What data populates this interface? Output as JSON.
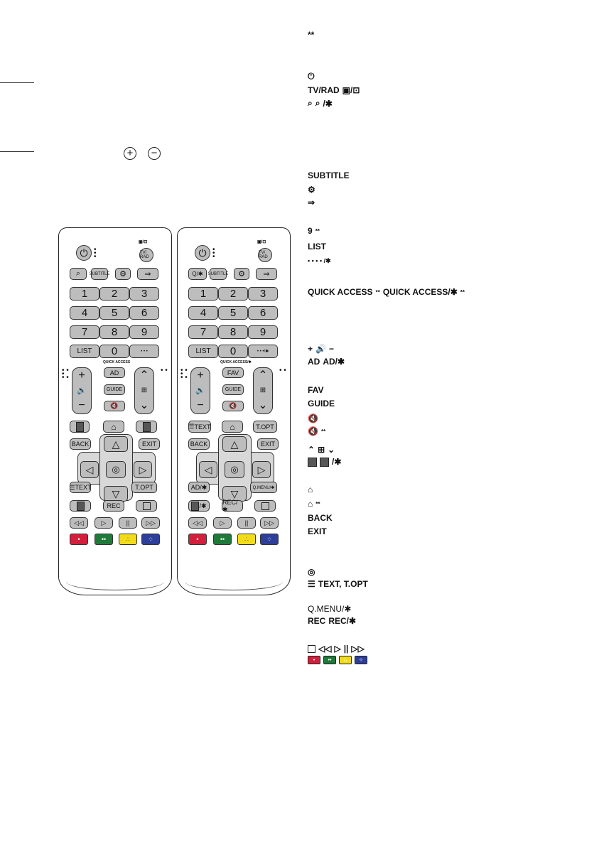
{
  "header": {
    "asterisks": "**"
  },
  "vpm": {
    "plus": "+",
    "minus": "−"
  },
  "remote_a": {
    "row1": [
      "SUBTITLE"
    ],
    "numbers": [
      "1",
      "2",
      "3",
      "4",
      "5",
      "6",
      "7",
      "8",
      "9",
      "0"
    ],
    "list": "LIST",
    "dots": "• • •",
    "quick_access": "QUICK ACCESS",
    "ad": "AD",
    "guide": "GUIDE",
    "back": "BACK",
    "exit": "EXIT",
    "text": "TEXT",
    "topt": "T.OPT",
    "rec": "REC",
    "tvrad": "TV/ RAD"
  },
  "remote_b": {
    "search": "Q/✱",
    "subtitle": "SUBTITLE",
    "numbers": [
      "1",
      "2",
      "3",
      "4",
      "5",
      "6",
      "7",
      "8",
      "9",
      "0"
    ],
    "list": "LIST",
    "dots": "• • •/✱",
    "quick_access": "QUICK ACCESS/✱",
    "fav": "FAV",
    "guide": "GUIDE",
    "text": "TEXT",
    "topt": "T.OPT",
    "back": "BACK",
    "exit": "EXIT",
    "ad": "AD/✱",
    "qmenu": "Q.MENU/✱",
    "rec": "REC/✱",
    "sq_star": "/✱",
    "tvrad": "TV/ RAD"
  },
  "legend": {
    "tvrad": "TV/RAD",
    "search_star": "/✱",
    "subtitle": "SUBTITLE",
    "list": "LIST",
    "dots": "• • • • /✱",
    "quick1": "QUICK ACCESS",
    "quick2": "QUICK ACCESS/✱",
    "ad": "AD",
    "ad_star": "AD/✱",
    "fav": "FAV",
    "guide": "GUIDE",
    "sq_star": "/✱",
    "back": "BACK",
    "exit": "EXIT",
    "text_topt": "TEXT, T.OPT",
    "qmenu": "Q.MENU/✱",
    "rec": "REC",
    "rec_star": "REC/✱",
    "sup": "**"
  },
  "colors": {
    "red": "#d21f3b",
    "green": "#1f7a3a",
    "yellow": "#f2dc1a",
    "blue": "#2d3f98",
    "button_gray": "#bdbdbd",
    "dark_square": "#575757"
  }
}
